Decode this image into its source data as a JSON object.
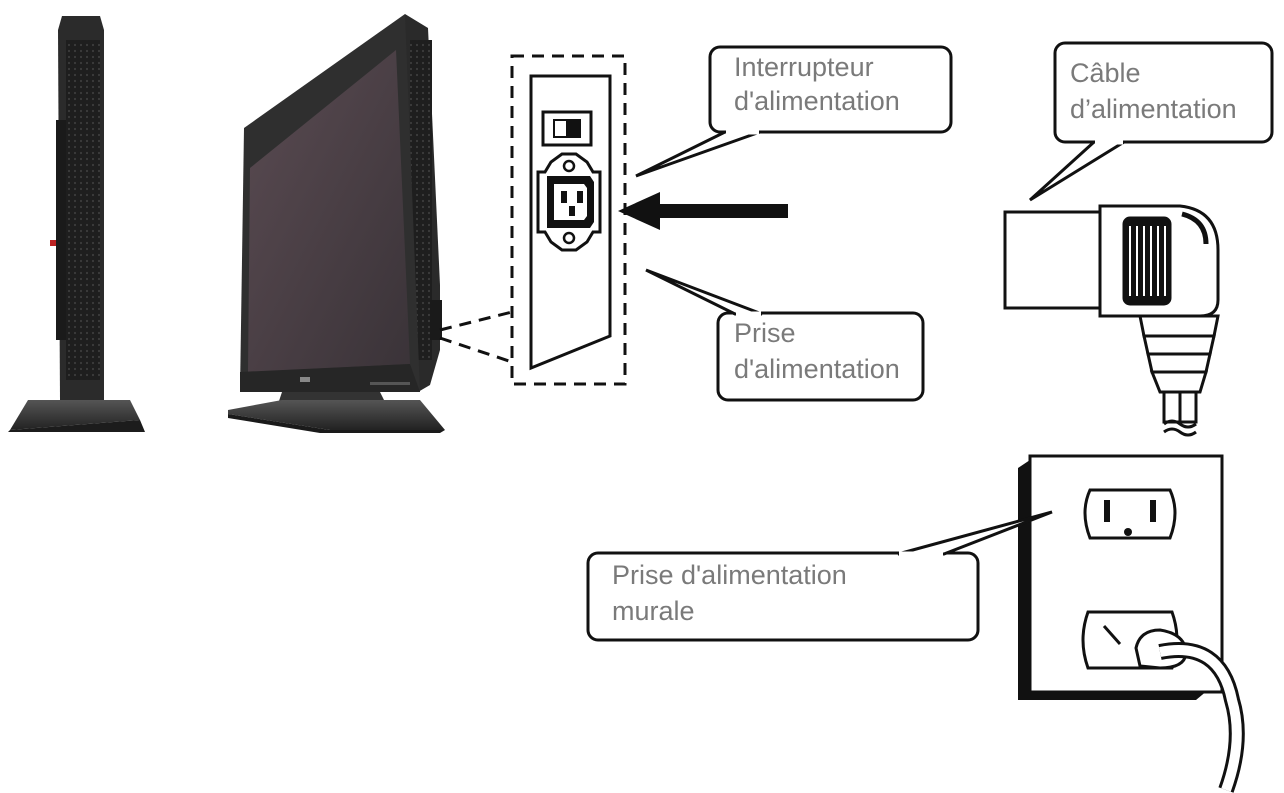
{
  "callouts": {
    "power_switch": {
      "line1": "Interrupteur",
      "line2": "d'alimentation"
    },
    "power_cable": {
      "line1": "Câble",
      "line2": "d’alimentation"
    },
    "power_socket": {
      "line1": "Prise",
      "line2": "d'alimentation"
    },
    "wall_outlet": {
      "line1": "Prise d'alimentation",
      "line2": "murale"
    }
  },
  "colors": {
    "monitor_body": "#2b2b2b",
    "monitor_screen": "#4a3f44",
    "callout_text": "#7a7a7a",
    "outline": "#111111"
  },
  "icons": [
    "monitor-side-view",
    "monitor-front-view",
    "power-switch-icon",
    "power-inlet-icon",
    "arrow-left-icon",
    "power-plug-icon",
    "wall-outlet-icon"
  ]
}
